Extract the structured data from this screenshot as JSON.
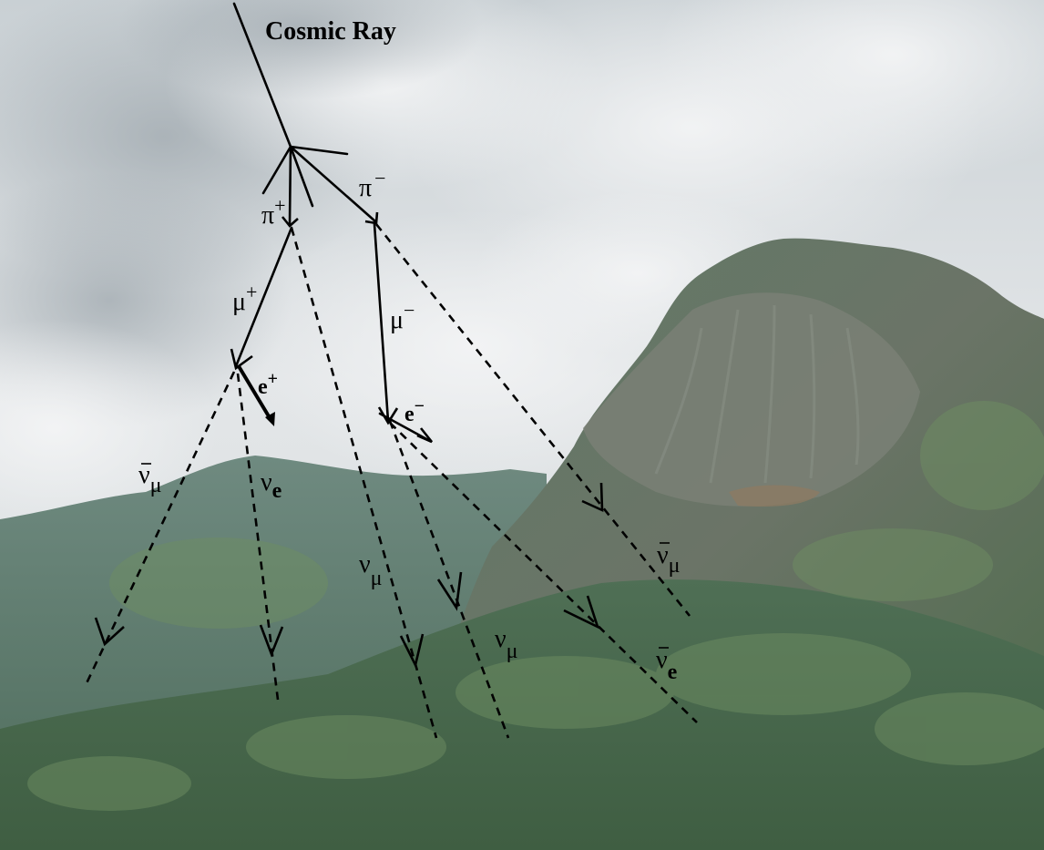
{
  "title": "Cosmic Ray",
  "particles": {
    "pi_plus": {
      "sym": "π",
      "sup": "+"
    },
    "pi_minus": {
      "sym": "π",
      "sup": "−"
    },
    "mu_plus": {
      "sym": "μ",
      "sup": "+"
    },
    "mu_minus": {
      "sym": "μ",
      "sup": "−"
    },
    "e_plus": {
      "sym": "e",
      "sup": "+"
    },
    "e_minus": {
      "sym": "e",
      "sup": "−"
    },
    "nubar_mu_left": {
      "sym": "ν",
      "sub": "μ"
    },
    "nu_e": {
      "sym": "ν",
      "sub": "e"
    },
    "nu_mu_center": {
      "sym": "ν",
      "sub": "μ"
    },
    "nu_mu_right": {
      "sym": "ν",
      "sub": "μ"
    },
    "nubar_mu_right": {
      "sym": "ν",
      "sub": "μ"
    },
    "nubar_e": {
      "sym": "ν",
      "sub": "e"
    }
  },
  "colors": {
    "sky_top": "#cfd5d9",
    "sky_mid": "#dfe3e5",
    "cloud": "#eef0f1",
    "mountain_far": "#5e7c73",
    "mountain_near": "#4a6a4f",
    "rock": "#6f7a70",
    "rock_warm": "#8a7a66",
    "ink": "#000000"
  }
}
